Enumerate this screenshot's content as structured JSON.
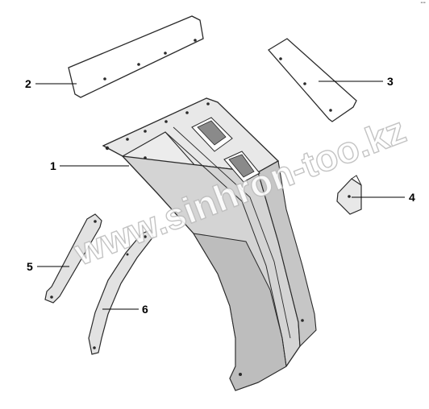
{
  "diagram": {
    "corner_mark": "--",
    "watermark": "www.sinhron-too.kz",
    "callouts": [
      {
        "id": "part-1",
        "label": "1"
      },
      {
        "id": "part-2",
        "label": "2"
      },
      {
        "id": "part-3",
        "label": "3"
      },
      {
        "id": "part-4",
        "label": "4"
      },
      {
        "id": "part-5",
        "label": "5"
      },
      {
        "id": "part-6",
        "label": "6"
      }
    ]
  },
  "colors": {
    "outline": "#2a2a2a",
    "fill_light": "#e6e6e6",
    "fill_mid": "#cfcfcf",
    "fill_dark": "#a8a8a8",
    "watermark_stroke": "#bdbdbd"
  }
}
